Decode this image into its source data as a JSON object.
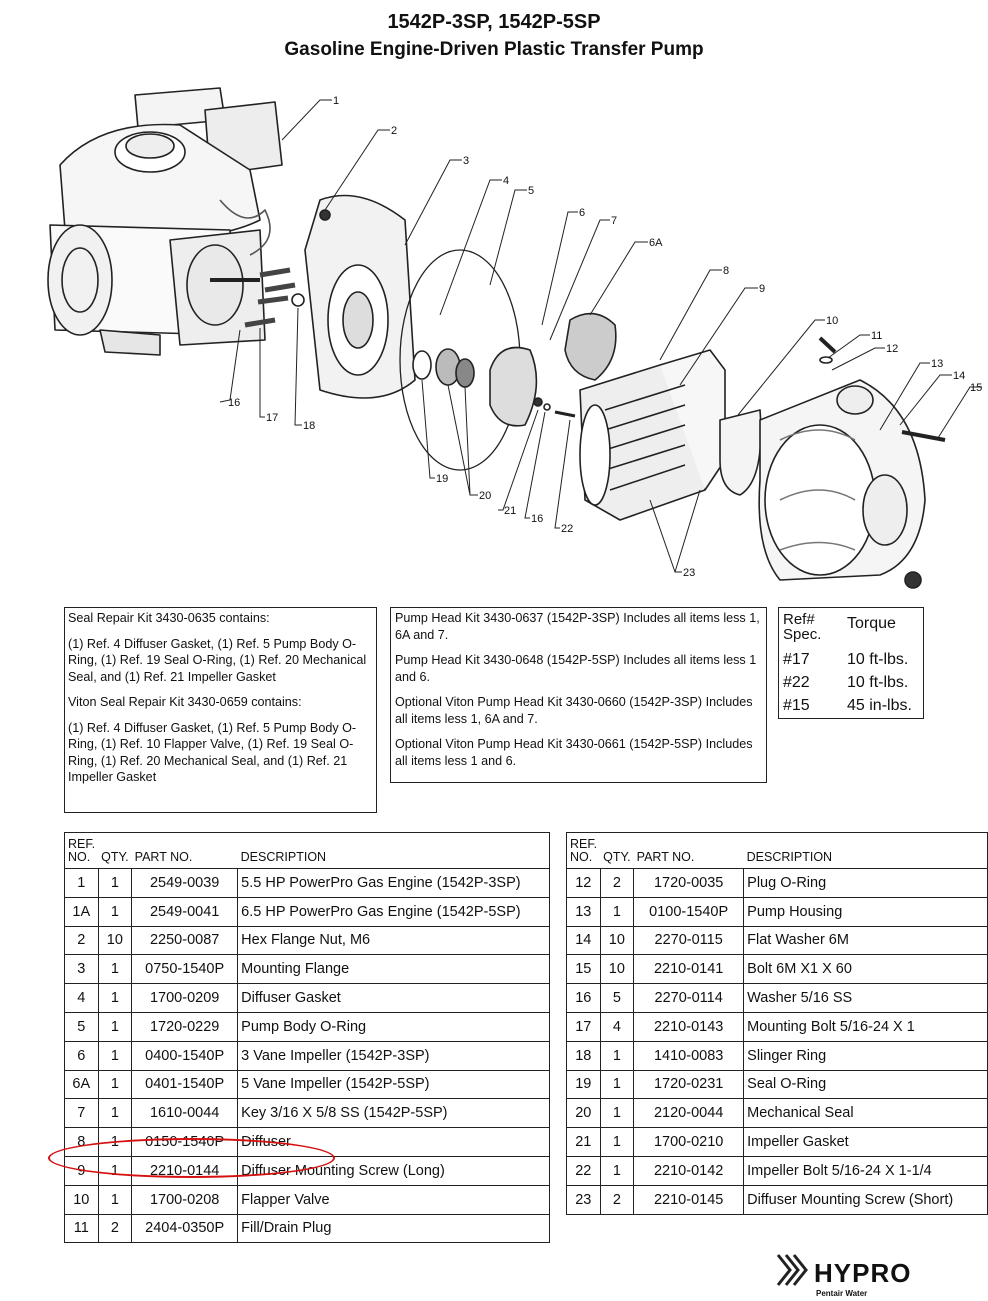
{
  "title": {
    "line1": "1542P-3SP, 1542P-5SP",
    "line2": "Gasoline Engine-Driven Plastic Transfer Pump"
  },
  "diagram": {
    "callouts": [
      "1",
      "2",
      "3",
      "4",
      "5",
      "6",
      "7",
      "6A",
      "8",
      "9",
      "10",
      "11",
      "12",
      "13",
      "14",
      "15",
      "16",
      "17",
      "18",
      "19",
      "20",
      "21",
      "16",
      "22",
      "23"
    ]
  },
  "seal_kits": {
    "kit1_title": "Seal Repair Kit 3430-0635 contains:",
    "kit1_body": "(1) Ref. 4 Diffuser Gasket, (1) Ref. 5 Pump Body O-Ring, (1) Ref. 19 Seal O-Ring, (1) Ref. 20 Mechanical Seal, and (1) Ref. 21 Impeller Gasket",
    "kit2_title": "Viton Seal Repair Kit 3430-0659 contains:",
    "kit2_body": "(1) Ref. 4 Diffuser Gasket, (1) Ref. 5 Pump Body O-Ring, (1) Ref. 10 Flapper Valve, (1) Ref. 19 Seal O-Ring, (1) Ref. 20 Mechanical Seal, and (1) Ref. 21 Impeller Gasket"
  },
  "pump_head_kits": [
    "Pump Head Kit 3430-0637 (1542P-3SP)  Includes all items less 1, 6A and 7.",
    "Pump Head Kit 3430-0648 (1542P-5SP)  Includes all items less 1 and 6.",
    "Optional Viton Pump Head Kit 3430-0660 (1542P-3SP) Includes all items less 1, 6A and 7.",
    "Optional Viton Pump Head Kit 3430-0661 (1542P-5SP) Includes all items less 1 and 6."
  ],
  "torque": {
    "header_ref": "Ref#",
    "header_spec": "Spec.",
    "header_torque": "Torque",
    "rows": [
      {
        "ref": "#17",
        "value": "10 ft-lbs."
      },
      {
        "ref": "#22",
        "value": "10 ft-lbs."
      },
      {
        "ref": "#15",
        "value": "45 in-lbs."
      }
    ]
  },
  "table_headers": {
    "ref_top": "REF.",
    "ref_no": "NO.",
    "qty": "QTY.",
    "part": "PART NO.",
    "desc": "DESCRIPTION"
  },
  "parts_left": [
    {
      "ref": "1",
      "qty": "1",
      "part": "2549-0039",
      "desc": "5.5 HP PowerPro Gas Engine (1542P-3SP)"
    },
    {
      "ref": "1A",
      "qty": "1",
      "part": "2549-0041",
      "desc": "6.5 HP PowerPro Gas Engine (1542P-5SP)"
    },
    {
      "ref": "2",
      "qty": "10",
      "part": "2250-0087",
      "desc": "Hex Flange Nut, M6"
    },
    {
      "ref": "3",
      "qty": "1",
      "part": "0750-1540P",
      "desc": "Mounting Flange"
    },
    {
      "ref": "4",
      "qty": "1",
      "part": "1700-0209",
      "desc": "Diffuser Gasket"
    },
    {
      "ref": "5",
      "qty": "1",
      "part": "1720-0229",
      "desc": "Pump Body O-Ring"
    },
    {
      "ref": "6",
      "qty": "1",
      "part": "0400-1540P",
      "desc": "3 Vane Impeller (1542P-3SP)"
    },
    {
      "ref": "6A",
      "qty": "1",
      "part": "0401-1540P",
      "desc": "5 Vane Impeller (1542P-5SP)"
    },
    {
      "ref": "7",
      "qty": "1",
      "part": "1610-0044",
      "desc": "Key 3/16 X 5/8 SS (1542P-5SP)"
    },
    {
      "ref": "8",
      "qty": "1",
      "part": "0150-1540P",
      "desc": "Diffuser"
    },
    {
      "ref": "9",
      "qty": "1",
      "part": "2210-0144",
      "desc": "Diffuser Mounting Screw (Long)"
    },
    {
      "ref": "10",
      "qty": "1",
      "part": "1700-0208",
      "desc": "Flapper Valve"
    },
    {
      "ref": "11",
      "qty": "2",
      "part": "2404-0350P",
      "desc": "Fill/Drain Plug"
    }
  ],
  "parts_right": [
    {
      "ref": "12",
      "qty": "2",
      "part": "1720-0035",
      "desc": "Plug O-Ring"
    },
    {
      "ref": "13",
      "qty": "1",
      "part": "0100-1540P",
      "desc": "Pump Housing"
    },
    {
      "ref": "14",
      "qty": "10",
      "part": "2270-0115",
      "desc": "Flat Washer 6M"
    },
    {
      "ref": "15",
      "qty": "10",
      "part": "2210-0141",
      "desc": "Bolt 6M X1 X 60"
    },
    {
      "ref": "16",
      "qty": "5",
      "part": "2270-0114",
      "desc": "Washer 5/16 SS"
    },
    {
      "ref": "17",
      "qty": "4",
      "part": "2210-0143",
      "desc": "Mounting Bolt 5/16-24 X 1"
    },
    {
      "ref": "18",
      "qty": "1",
      "part": "1410-0083",
      "desc": "Slinger Ring"
    },
    {
      "ref": "19",
      "qty": "1",
      "part": "1720-0231",
      "desc": "Seal O-Ring"
    },
    {
      "ref": "20",
      "qty": "1",
      "part": "2120-0044",
      "desc": "Mechanical Seal"
    },
    {
      "ref": "21",
      "qty": "1",
      "part": "1700-0210",
      "desc": "Impeller Gasket"
    },
    {
      "ref": "22",
      "qty": "1",
      "part": "2210-0142",
      "desc": "Impeller Bolt 5/16-24 X 1-1/4"
    },
    {
      "ref": "23",
      "qty": "2",
      "part": "2210-0145",
      "desc": "Diffuser Mounting Screw (Short)"
    }
  ],
  "logo": {
    "word": "HYPRO",
    "sub": "Pentair Water"
  },
  "colors": {
    "highlight": "#d41010",
    "ink": "#111111"
  }
}
